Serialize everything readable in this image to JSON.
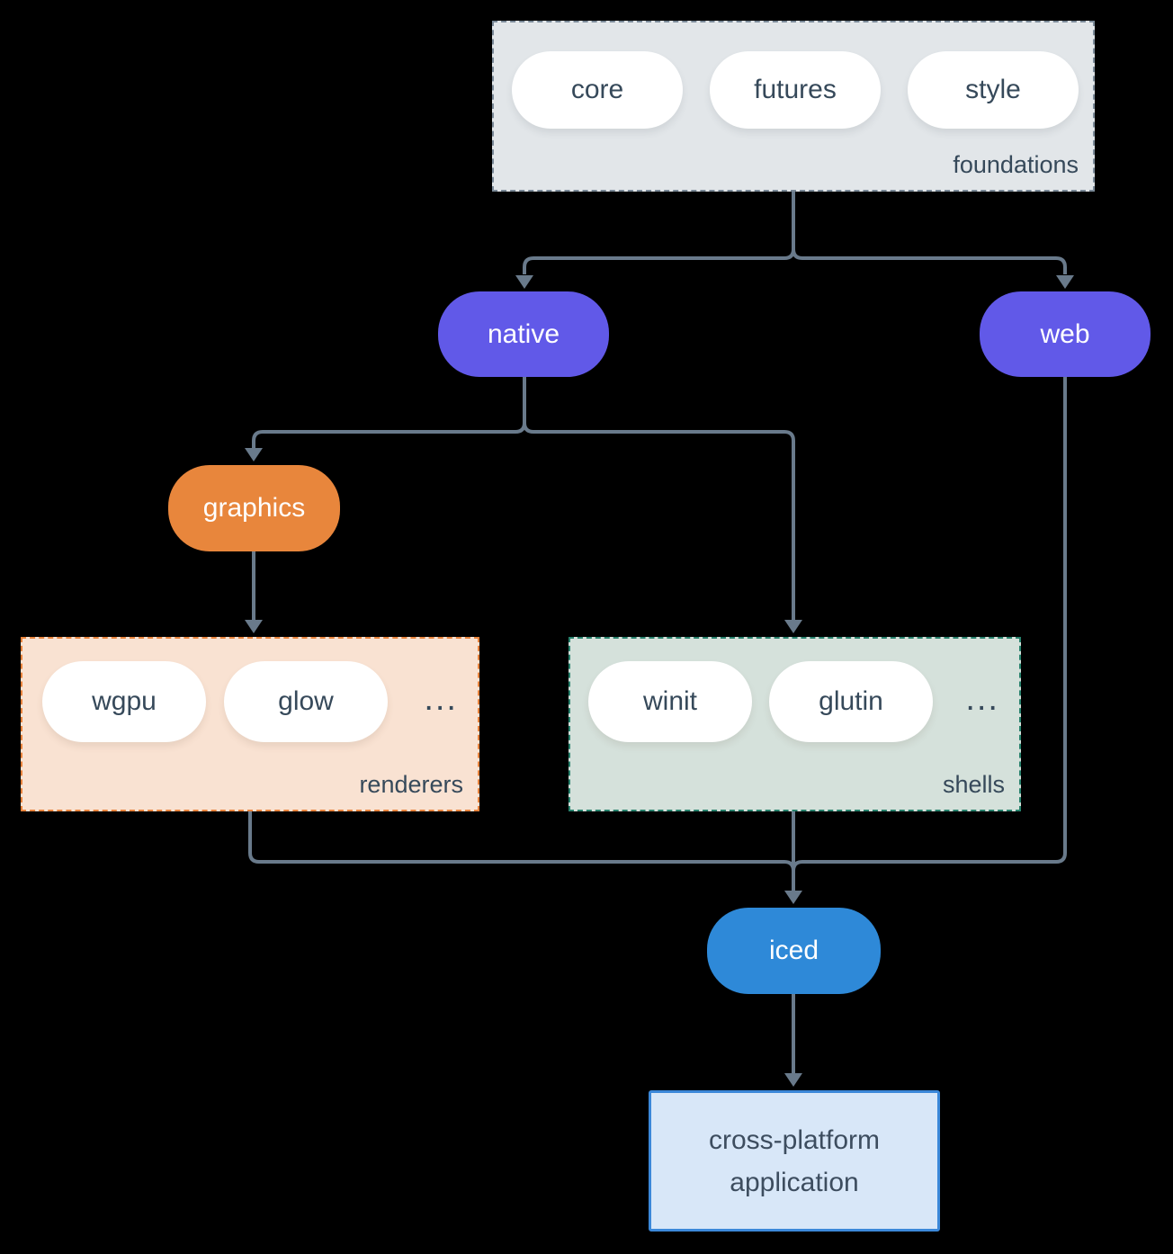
{
  "diagram": {
    "groups": {
      "foundations": {
        "label": "foundations",
        "items": [
          "core",
          "futures",
          "style"
        ],
        "fill": "#e2e6e9",
        "border": "#7b8a98"
      },
      "renderers": {
        "label": "renderers",
        "items": [
          "wgpu",
          "glow"
        ],
        "ellipsis": "...",
        "fill": "#f9e2d2",
        "border": "#e8833c"
      },
      "shells": {
        "label": "shells",
        "items": [
          "winit",
          "glutin"
        ],
        "ellipsis": "...",
        "fill": "#d5e1db",
        "border": "#27816c"
      }
    },
    "nodes": {
      "native": {
        "label": "native",
        "fill": "#6159e8"
      },
      "web": {
        "label": "web",
        "fill": "#6159e8"
      },
      "graphics": {
        "label": "graphics",
        "fill": "#e8863c"
      },
      "iced": {
        "label": "iced",
        "fill": "#2e89d8"
      },
      "application": {
        "label_line1": "cross-platform",
        "label_line2": "application",
        "fill": "#d8e7f8",
        "border": "#3b88d9"
      }
    },
    "colors": {
      "background": "#000000",
      "arrow": "#697a8b",
      "pill_text_dark": "#36495a",
      "pill_text_light": "#ffffff"
    }
  }
}
